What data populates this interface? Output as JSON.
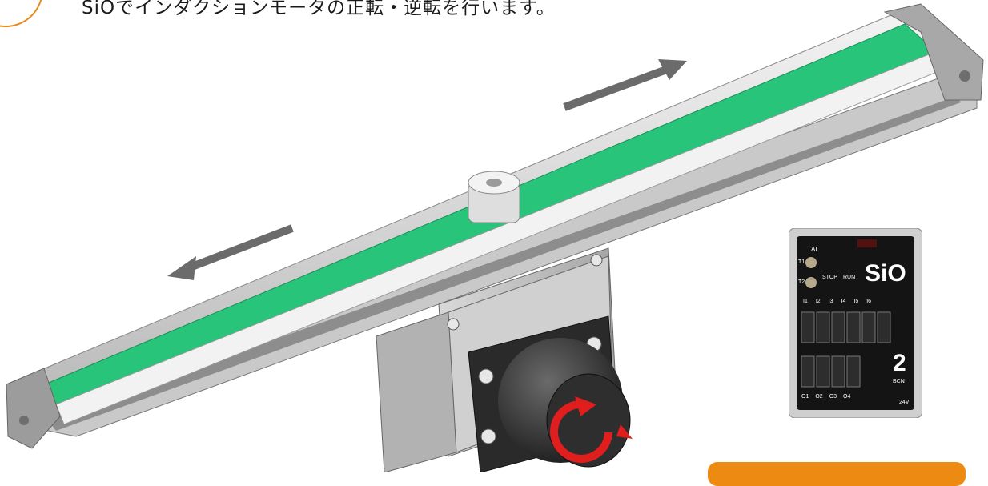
{
  "caption": "SiOでインダクションモータの正転・逆転を行います。",
  "colors": {
    "belt": "#27c47a",
    "arrow": "#6b6b6b",
    "rotate_arrow": "#e01e1e",
    "accent": "#ed8a12"
  },
  "icons": [
    "forward-arrow-icon",
    "reverse-arrow-icon",
    "rotation-arrow-icon"
  ],
  "sio_panel": {
    "brand": "SiO",
    "power_label": "AL",
    "t1_label": "T1",
    "t2_label": "T2",
    "stop_label": "STOP",
    "run_label": "RUN",
    "input_labels": [
      "I1",
      "I2",
      "I3",
      "I4",
      "I5",
      "I6"
    ],
    "output_labels": [
      "O1",
      "O2",
      "O3",
      "O4"
    ],
    "number": "2",
    "sub_label": "BCN",
    "voltage_label": "24V"
  }
}
